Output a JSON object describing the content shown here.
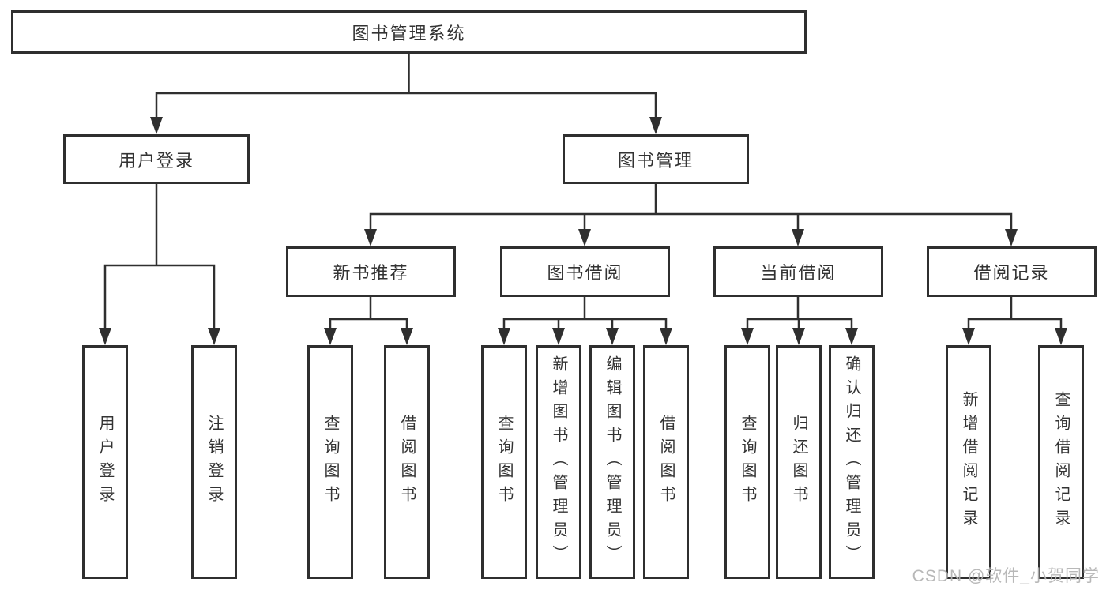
{
  "tree": {
    "root": "图书管理系统",
    "branches": [
      {
        "label": "用户登录",
        "children": [
          "用户登录",
          "注销登录"
        ]
      },
      {
        "label": "图书管理",
        "sections": [
          {
            "label": "新书推荐",
            "children": [
              "查询图书",
              "借阅图书"
            ]
          },
          {
            "label": "图书借阅",
            "children": [
              "查询图书",
              "新增图书（管理员）",
              "编辑图书（管理员）",
              "借阅图书"
            ]
          },
          {
            "label": "当前借阅",
            "children": [
              "查询图书",
              "归还图书",
              "确认归还（管理员）"
            ]
          },
          {
            "label": "借阅记录",
            "children": [
              "新增借阅记录",
              "查询借阅记录"
            ]
          }
        ]
      }
    ]
  },
  "watermark": "CSDN @软件_小贺同学",
  "colors": {
    "line": "#2f2f2f",
    "text": "#333333",
    "watermark": "#b3b3b3",
    "background": "#ffffff"
  }
}
